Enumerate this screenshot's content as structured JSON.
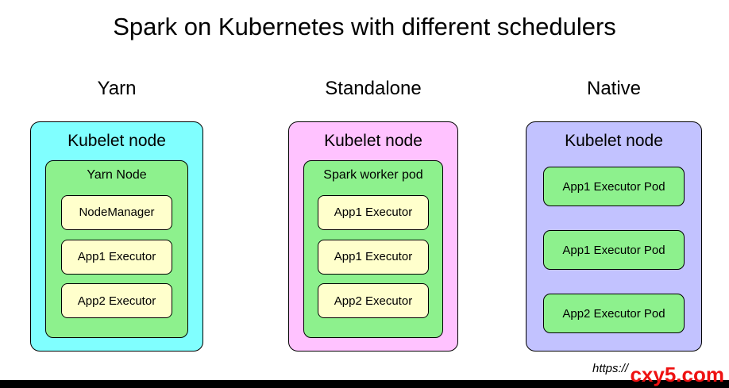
{
  "title": "Spark on Kubernetes with different schedulers",
  "columns": [
    {
      "header": "Yarn",
      "node_label": "Kubelet node",
      "inner": {
        "label": "Yarn Node",
        "items": [
          "NodeManager",
          "App1 Executor",
          "App2 Executor"
        ]
      }
    },
    {
      "header": "Standalone",
      "node_label": "Kubelet node",
      "inner": {
        "label": "Spark worker pod",
        "items": [
          "App1 Executor",
          "App1 Executor",
          "App2 Executor"
        ]
      }
    },
    {
      "header": "Native",
      "node_label": "Kubelet node",
      "pods": [
        "App1 Executor Pod",
        "App1 Executor Pod",
        "App2 Executor Pod"
      ]
    }
  ],
  "footer": {
    "url_text": "https://",
    "watermark": "cxy5.com"
  },
  "colors": {
    "yarn_node": "#80FFFF",
    "standalone_node": "#FFC2FF",
    "native_node": "#C2C2FF",
    "inner_green": "#8DF18D",
    "item_yellow": "#FFFFCC",
    "watermark_red": "#EE1111"
  }
}
